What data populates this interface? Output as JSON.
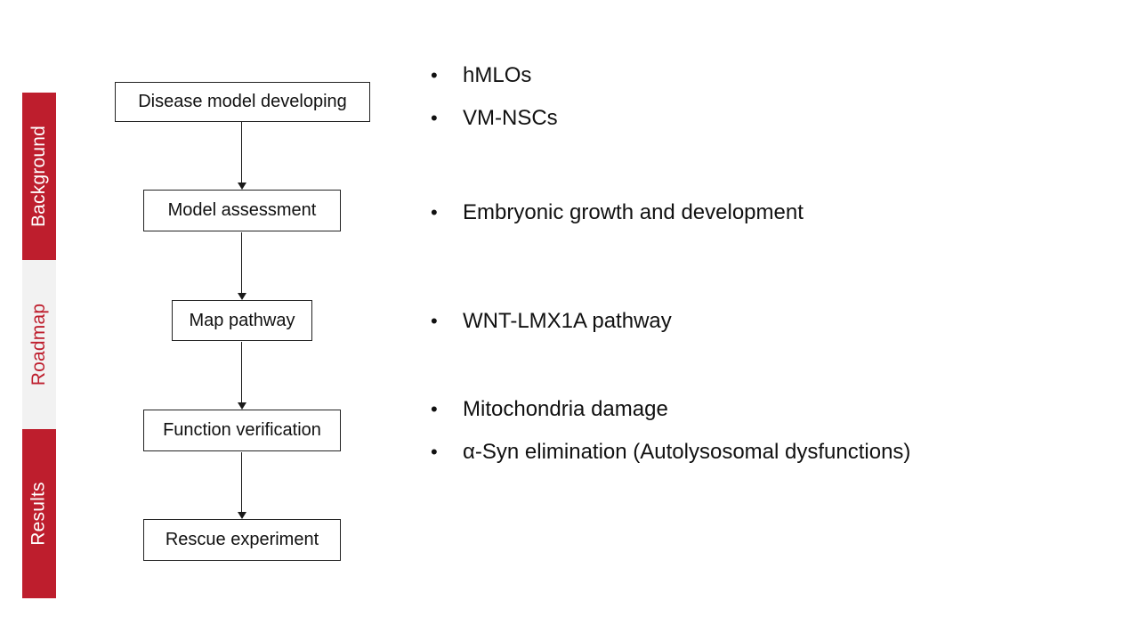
{
  "slide": {
    "kind": "roadmap-slide",
    "background_color": "#ffffff"
  },
  "colors": {
    "accent_red": "#be1e2d",
    "section_gray_bg": "#f2f2f2",
    "text_dark": "#111111",
    "box_border": "#222222"
  },
  "sidebar": {
    "sections": [
      {
        "label": "Background",
        "variant": "red"
      },
      {
        "label": "Roadmap",
        "variant": "gray"
      },
      {
        "label": "Results",
        "variant": "red"
      }
    ]
  },
  "flowchart": {
    "steps": [
      {
        "label": "Disease model developing"
      },
      {
        "label": "Model assessment"
      },
      {
        "label": "Map pathway"
      },
      {
        "label": "Function verification"
      },
      {
        "label": "Rescue experiment"
      }
    ],
    "connector": "down-arrow"
  },
  "notes": {
    "bullet_glyph": "•",
    "groups": [
      {
        "items": [
          "hMLOs",
          "VM-NSCs"
        ]
      },
      {
        "items": [
          "Embryonic growth and development"
        ]
      },
      {
        "items": [
          "WNT-LMX1A pathway"
        ]
      },
      {
        "items": [
          "Mitochondria damage",
          "α-Syn elimination (Autolysosomal dysfunctions)"
        ]
      }
    ]
  }
}
